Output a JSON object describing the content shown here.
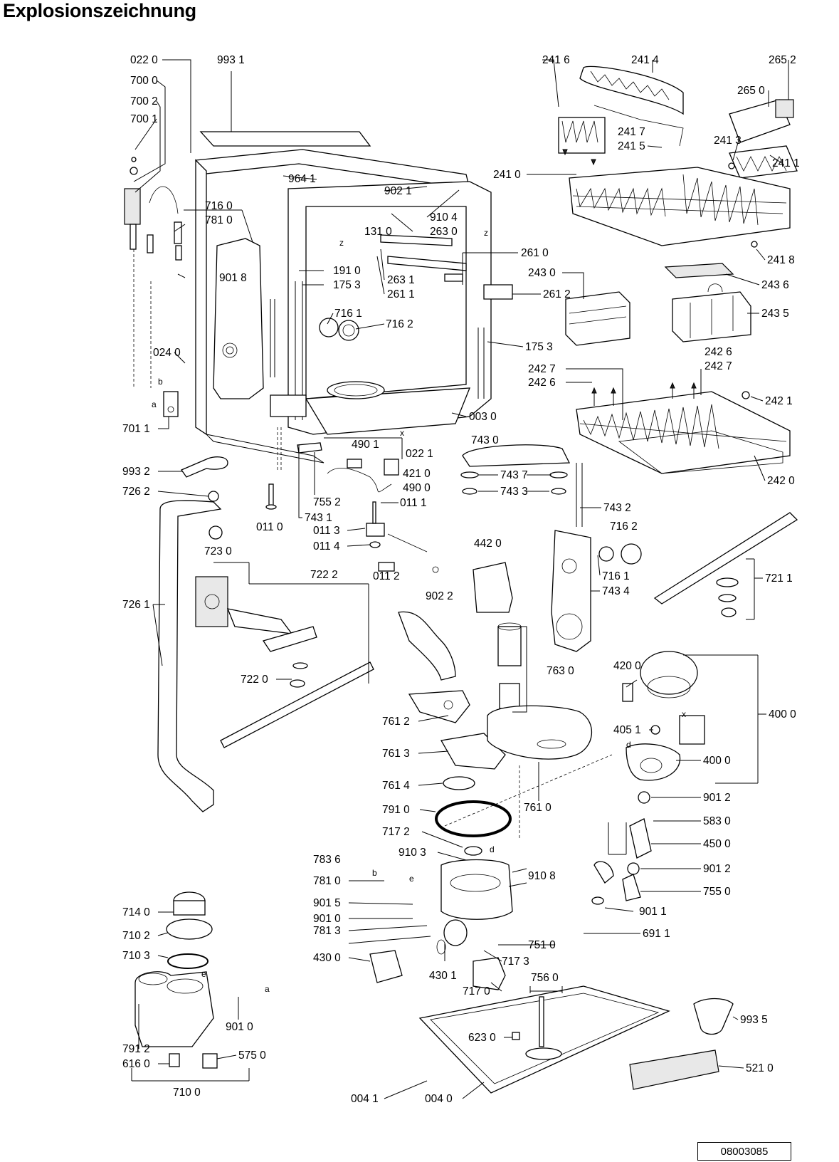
{
  "title": "Explosionszeichnung",
  "document_number": "08003085",
  "labels": [
    "022 0",
    "993 1",
    "700 0",
    "700 2",
    "700 1",
    "716 0",
    "781 0",
    "901 8",
    "964 1",
    "902 1",
    "910 4",
    "131 0",
    "263 0",
    "261 0",
    "191 0",
    "175 3",
    "263 1",
    "261 1",
    "261 2",
    "716 1",
    "716 2",
    "175 3",
    "024 0",
    "701 1",
    "003 0",
    "022 1",
    "490 1",
    "421 0",
    "490 0",
    "743 0",
    "743 7",
    "743 3",
    "743 2",
    "993 2",
    "726 2",
    "755 2",
    "743 1",
    "011 1",
    "011 3",
    "011 4",
    "011 0",
    "723 0",
    "011 2",
    "902 2",
    "442 0",
    "716 2",
    "716 1",
    "743 4",
    "722 2",
    "726 1",
    "722 0",
    "761 2",
    "763 0",
    "761 3",
    "761 4",
    "761 0",
    "791 0",
    "717 2",
    "910 3",
    "910 8",
    "783 6",
    "781 0",
    "901 5",
    "901 0",
    "781 3",
    "430 0",
    "430 1",
    "717 3",
    "717 0",
    "756 0",
    "714 0",
    "710 2",
    "710 3",
    "901 0",
    "791 2",
    "616 0",
    "575 0",
    "710 0",
    "004 1",
    "004 0",
    "623 0",
    "993 5",
    "521 0",
    "241 6",
    "241 4",
    "265 2",
    "265 0",
    "241 7",
    "241 5",
    "241 3",
    "241 0",
    "241 1",
    "241 8",
    "243 0",
    "243 6",
    "243 5",
    "242 6",
    "242 7",
    "242 7",
    "242 6",
    "242 1",
    "242 0",
    "721 1",
    "420 0",
    "400 0",
    "405 1",
    "400 0",
    "901 2",
    "583 0",
    "450 0",
    "901 2",
    "755 0",
    "901 1",
    "691 1",
    "751 0"
  ],
  "markers": [
    "z",
    "z",
    "a",
    "b",
    "x",
    "x",
    "b",
    "e",
    "d",
    "d",
    "e",
    "a"
  ]
}
